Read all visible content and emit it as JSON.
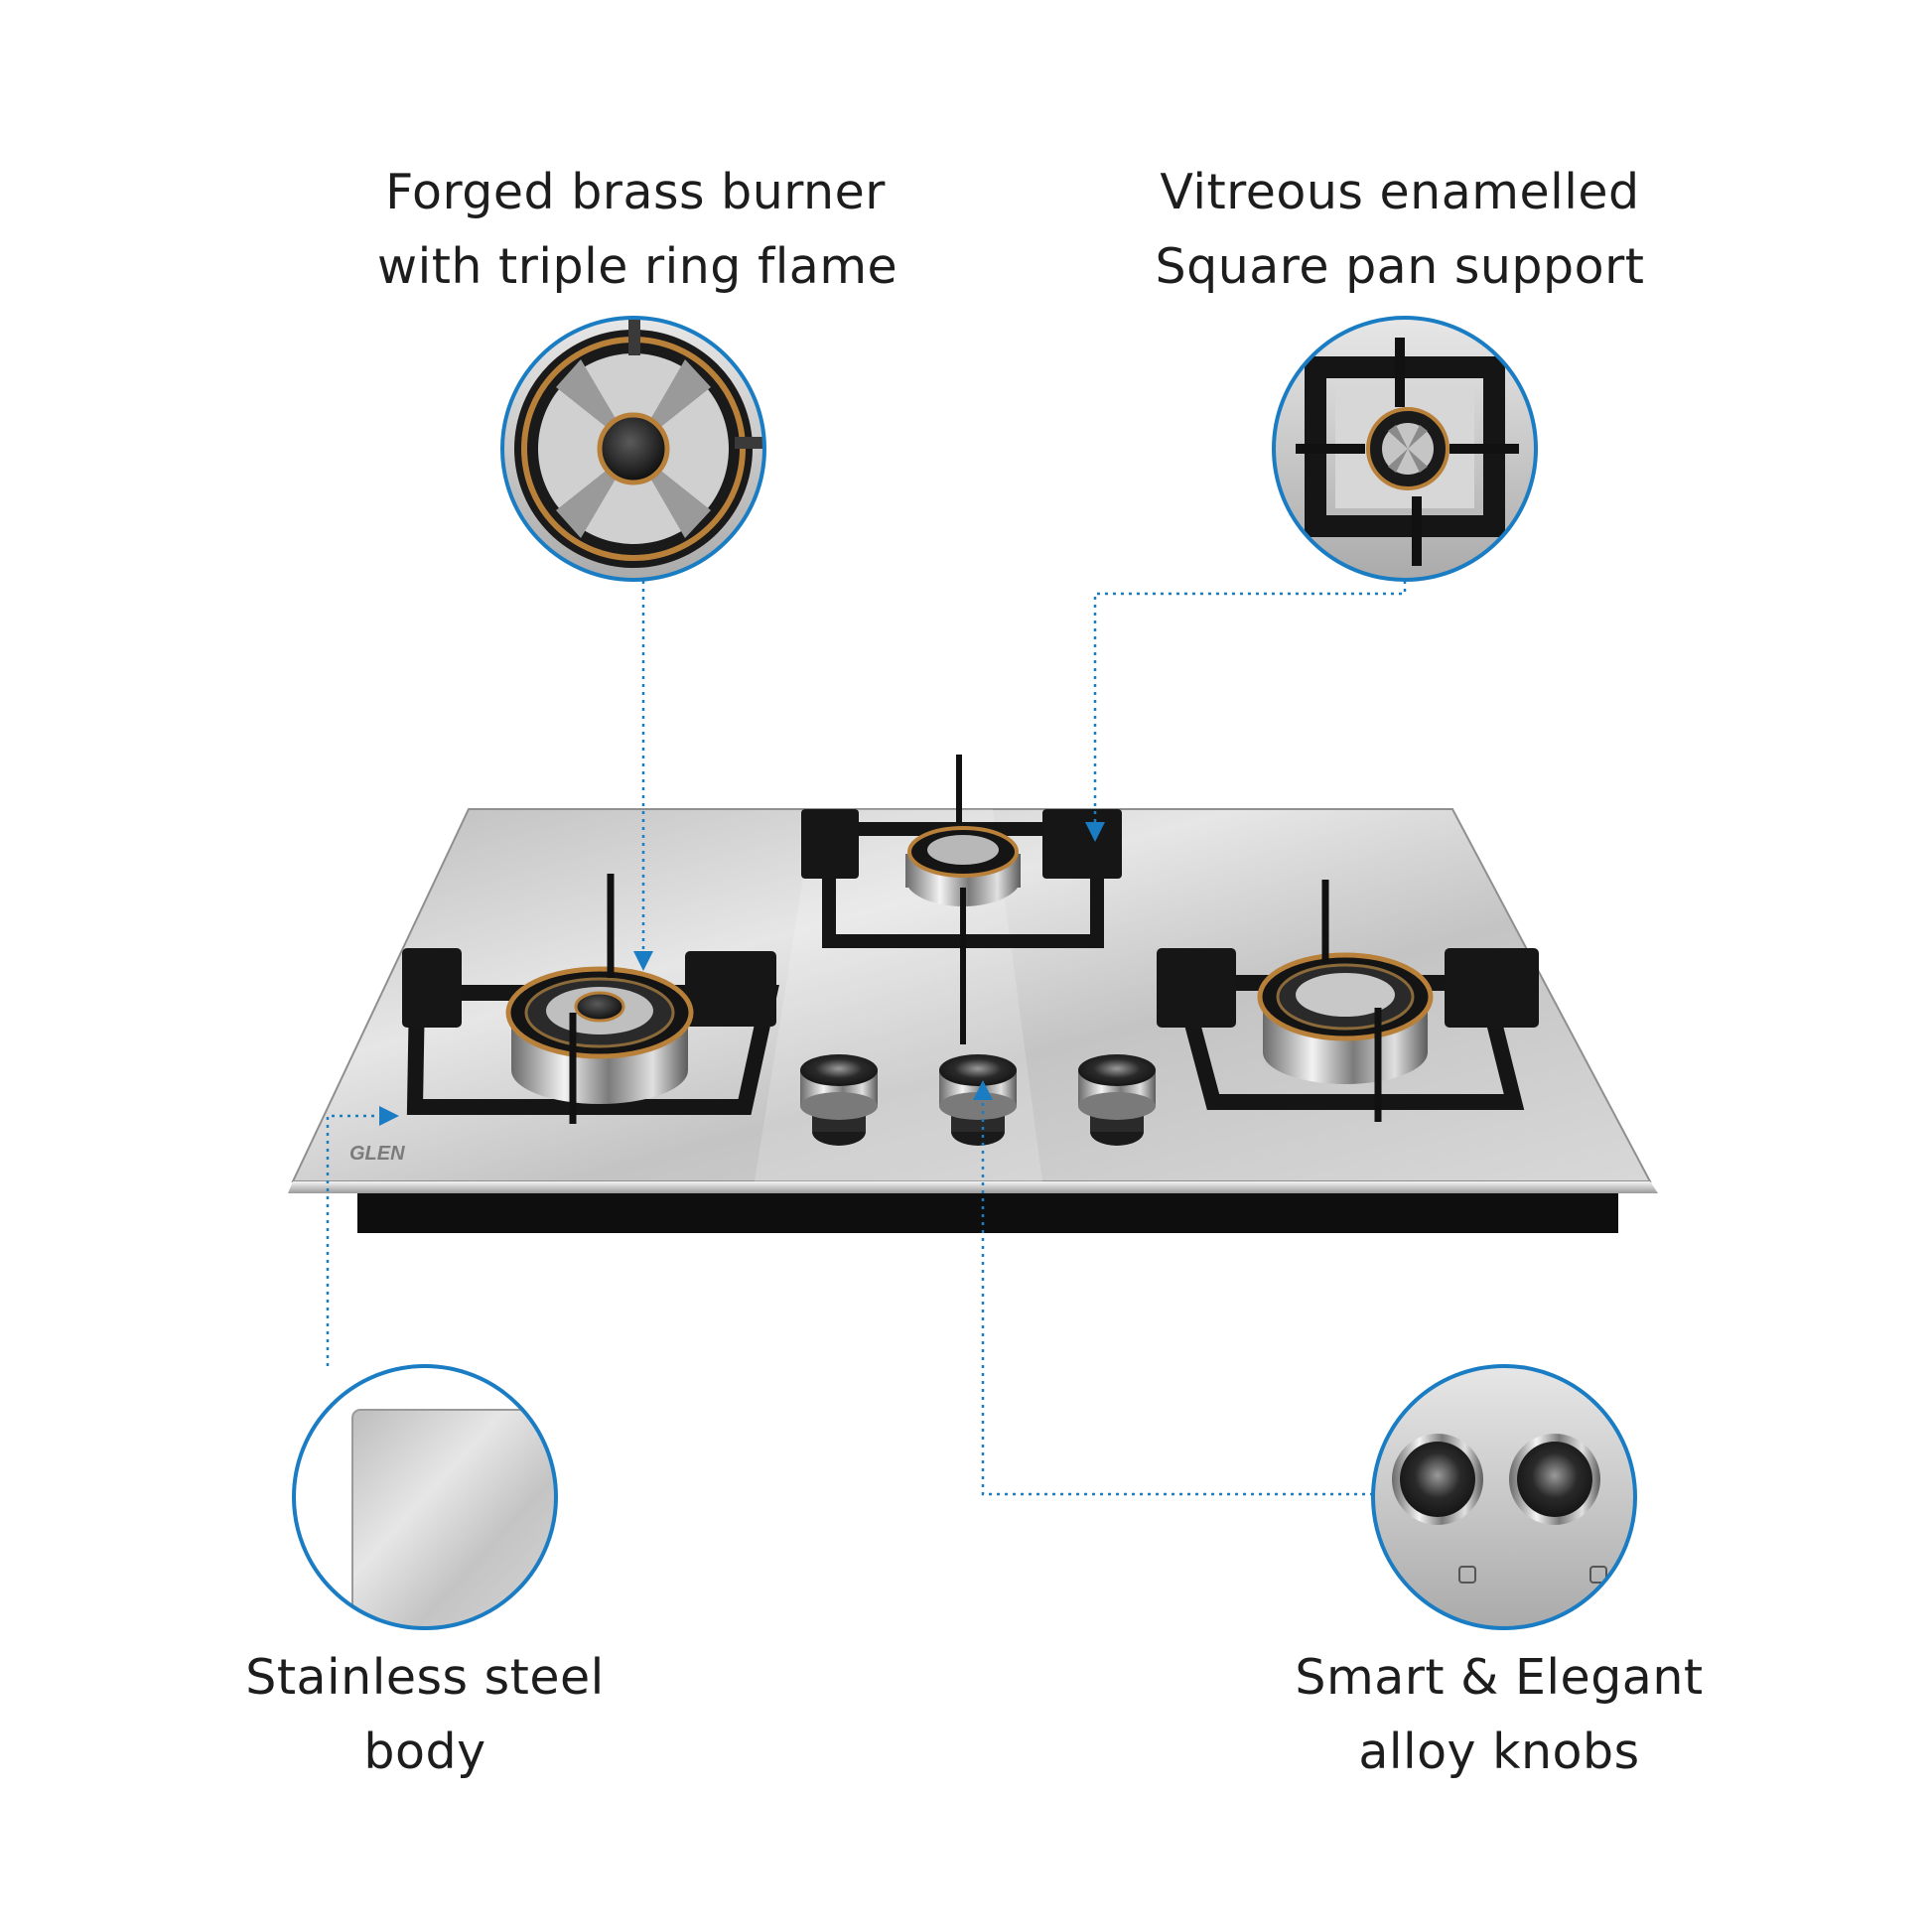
{
  "features": [
    {
      "id": "burner",
      "lines": [
        "Forged brass burner",
        "with triple ring flame"
      ]
    },
    {
      "id": "pan",
      "lines": [
        "Vitreous enamelled",
        "Square pan support"
      ]
    },
    {
      "id": "steel",
      "lines": [
        "Stainless steel",
        "body"
      ]
    },
    {
      "id": "knobs",
      "lines": [
        "Smart & Elegant",
        "alloy knobs"
      ]
    }
  ],
  "brand": {
    "logo_text": "GLEN"
  },
  "colors": {
    "accent": "#1a7dc4",
    "steel": "#c9c9c9",
    "enamel": "#161616",
    "brass": "#b9803a",
    "text": "#1d1d1d"
  }
}
